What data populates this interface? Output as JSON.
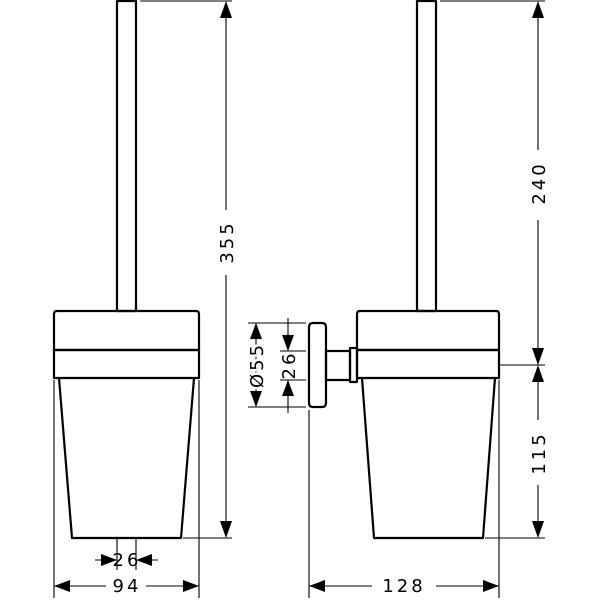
{
  "front_view": {
    "dim_overall_height": "355",
    "dim_brush_width": "26",
    "dim_holder_width": "94"
  },
  "side_view": {
    "dim_brush_height": "240",
    "dim_cup_height": "115",
    "dim_projection": "128",
    "dim_rosette_diameter": "Ø55",
    "dim_mount_height": "26"
  }
}
